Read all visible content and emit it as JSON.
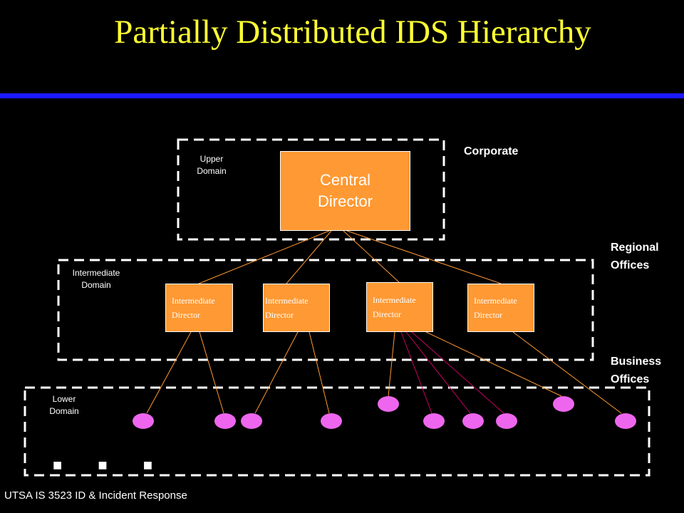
{
  "title": "Partially Distributed IDS Hierarchy",
  "footer": "UTSA IS 3523 ID & Incident Response",
  "domains": {
    "upper": "Upper\nDomain",
    "intermediate": "Intermediate\nDomain",
    "lower": "Lower\nDomain"
  },
  "tiers": {
    "corporate": "Corporate",
    "regional": "Regional\nOffices",
    "business": "Business\nOffices"
  },
  "central_director": "Central\nDirector",
  "intermediate_directors": [
    "Intermediate\nDirector",
    "Intermediate\nDirector",
    "Intermediate\nDirector",
    "Intermediate\nDirector"
  ],
  "ellipsis": "■ ■ ■",
  "colors": {
    "title": "#ffff33",
    "rule": "#1a1aff",
    "node_fill": "#ff9933",
    "agent_fill": "#ee66ee",
    "link_orange": "#ff9933",
    "link_magenta": "#cc0066",
    "boundary": "#ffffff"
  }
}
